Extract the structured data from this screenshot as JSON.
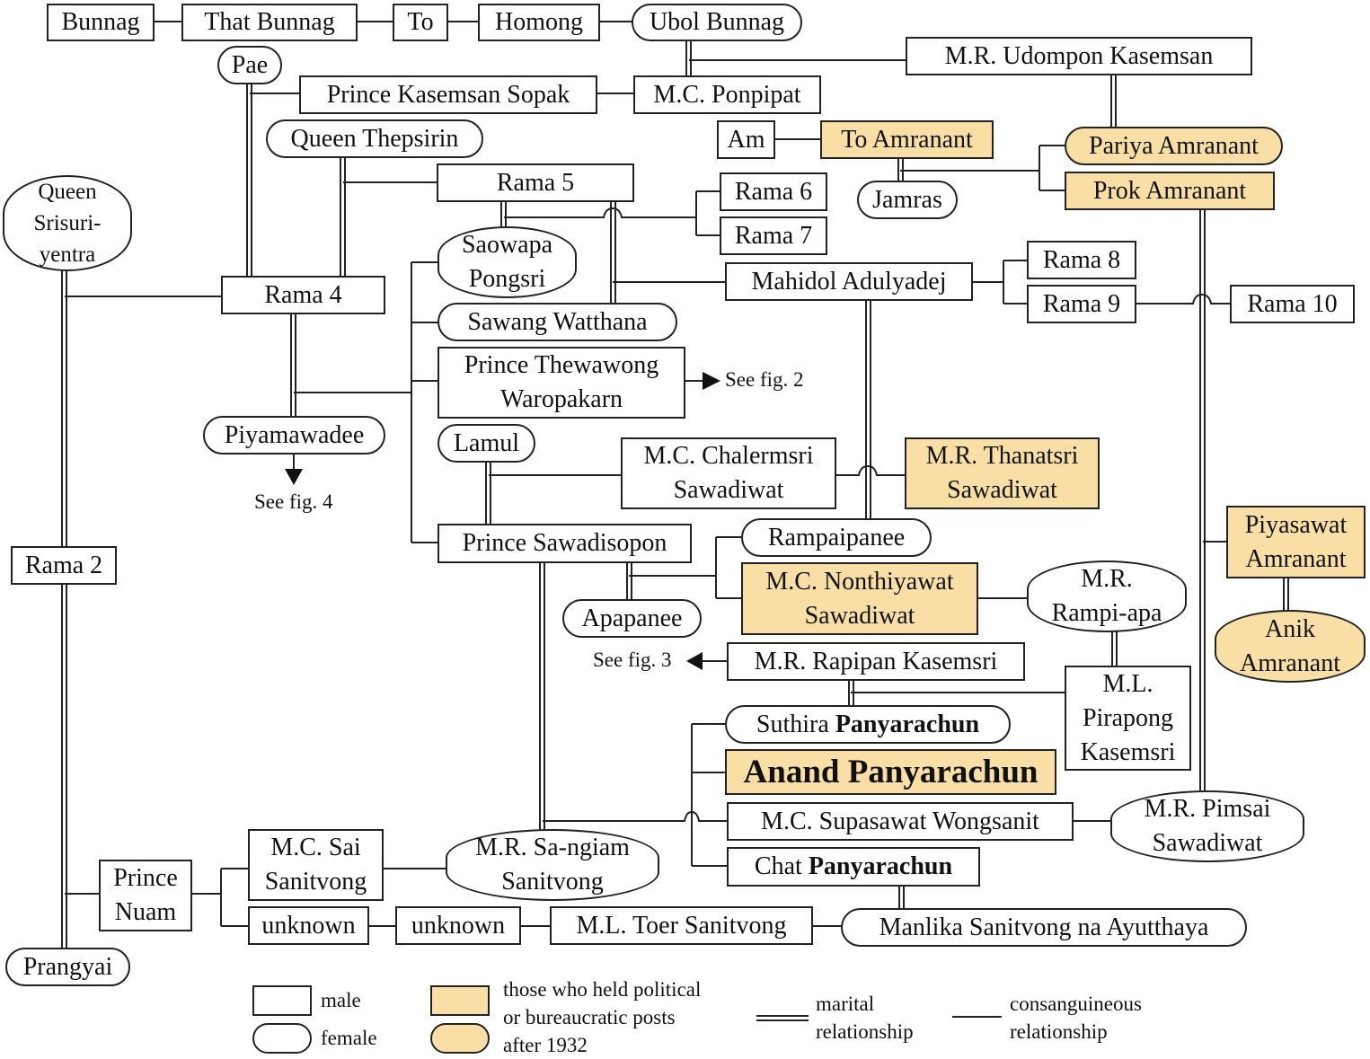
{
  "colors": {
    "highlight": "#f9dfa5",
    "line": "#222222"
  },
  "nodes": {
    "bunnag": "Bunnag",
    "that_bunnag": "That Bunnag",
    "to": "To",
    "homong": "Homong",
    "ubol_bunnag": "Ubol Bunnag",
    "mr_udompon": "M.R. Udompon Kasemsan",
    "pae": "Pae",
    "prince_kasemsan": "Prince Kasemsan Sopak",
    "mc_ponpipat": "M.C. Ponpipat",
    "queen_thepsirin": "Queen Thepsirin",
    "am": "Am",
    "to_amranant": "To Amranant",
    "pariya": "Pariya Amranant",
    "prok": "Prok Amranant",
    "jamras": "Jamras",
    "rama5": "Rama 5",
    "rama6": "Rama 6",
    "rama7": "Rama 7",
    "queen_srisuri": "Queen\nSrisuri-\nyentra",
    "saowapa": "Saowapa\nPongsri",
    "rama8": "Rama 8",
    "rama9": "Rama 9",
    "rama10": "Rama 10",
    "mahidol": "Mahidol Adulyadej",
    "rama4": "Rama 4",
    "sawang": "Sawang Watthana",
    "prince_thewawong": "Prince Thewawong\nWaropakarn",
    "piyamawadee": "Piyamawadee",
    "lamul": "Lamul",
    "mc_chalermsri": "M.C. Chalermsri\nSawadiwat",
    "mr_thanatsri": "M.R. Thanatsri\nSawadiwat",
    "rama2": "Rama 2",
    "prince_sawadisopon": "Prince Sawadisopon",
    "rampaipanee": "Rampaipanee",
    "piyasawat": "Piyasawat\nAmranant",
    "mc_nonthiyawat": "M.C. Nonthiyawat\nSawadiwat",
    "mr_rampiapa": "M.R.\nRampi-apa",
    "apapanee": "Apapanee",
    "anik": "Anik\nAmranant",
    "mr_rapipan": "M.R. Rapipan Kasemsri",
    "ml_pirapong": "M.L.\nPirapong\nKasemsri",
    "suthira_first": "Suthira ",
    "suthira_last": "Panyarachun",
    "anand": "Anand Panyarachun",
    "mc_supasawat": "M.C. Supasawat Wongsanit",
    "mr_pimsai": "M.R. Pimsai\nSawadiwat",
    "chat_first": "Chat ",
    "chat_last": "Panyarachun",
    "mc_sai": "M.C. Sai\nSanitvong",
    "mr_sangiam": "M.R. Sa-ngiam\nSanitvong",
    "prince_nuam": "Prince\nNuam",
    "unknown1": "unknown",
    "unknown2": "unknown",
    "ml_toer": "M.L. Toer Sanitvong",
    "manlika": "Manlika Sanitvong na Ayutthaya",
    "prangyai": "Prangyai"
  },
  "references": {
    "fig2": "See fig. 2",
    "fig3": "See fig. 3",
    "fig4": "See fig. 4"
  },
  "legend": {
    "male": "male",
    "female": "female",
    "political": "those who held political\nor bureaucratic posts\nafter 1932",
    "marital": "marital\nrelationship",
    "consanguineous": "consanguineous\nrelationship"
  }
}
